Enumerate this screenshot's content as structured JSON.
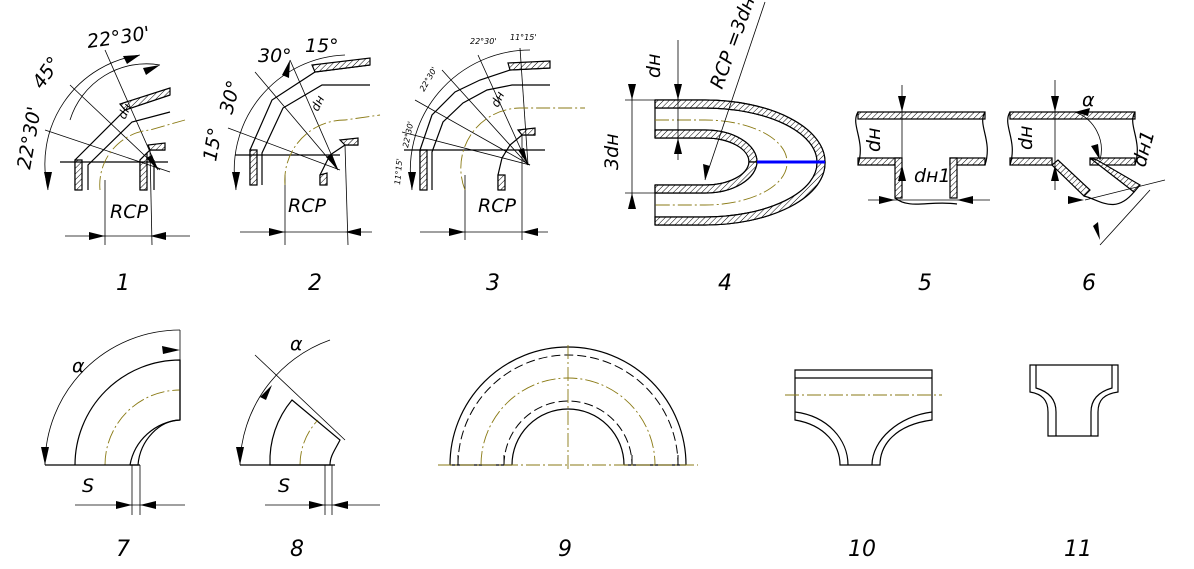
{
  "figures": [
    {
      "id": "1",
      "labels": {
        "a1": "22°30'",
        "a2": "45°",
        "a3": "22°30'",
        "d": "dн",
        "r": "RСР"
      }
    },
    {
      "id": "2",
      "labels": {
        "a1": "15°",
        "a2": "30°",
        "a3": "30°",
        "a4": "15°",
        "d": "dн",
        "r": "RСР"
      }
    },
    {
      "id": "3",
      "labels": {
        "a1": "11°15'",
        "a2": "22°30'",
        "a3": "22°30'",
        "a4": "22°30'",
        "a5": "11°15'",
        "d": "dн",
        "r": "RСР"
      }
    },
    {
      "id": "4",
      "labels": {
        "d": "dн",
        "r": "RСР =3dн",
        "w": "3dн"
      }
    },
    {
      "id": "5",
      "labels": {
        "d1": "dн",
        "d2": "dн1"
      }
    },
    {
      "id": "6",
      "labels": {
        "d1": "dн",
        "a": "α",
        "d2": "dн1"
      }
    },
    {
      "id": "7",
      "labels": {
        "a": "α",
        "s": "S"
      }
    },
    {
      "id": "8",
      "labels": {
        "a": "α",
        "s": "S"
      }
    },
    {
      "id": "9",
      "labels": {}
    },
    {
      "id": "10",
      "labels": {}
    },
    {
      "id": "11",
      "labels": {}
    }
  ],
  "colors": {
    "line": "#000000",
    "axis": "#8a7a14",
    "highlight": "#0000ff"
  }
}
